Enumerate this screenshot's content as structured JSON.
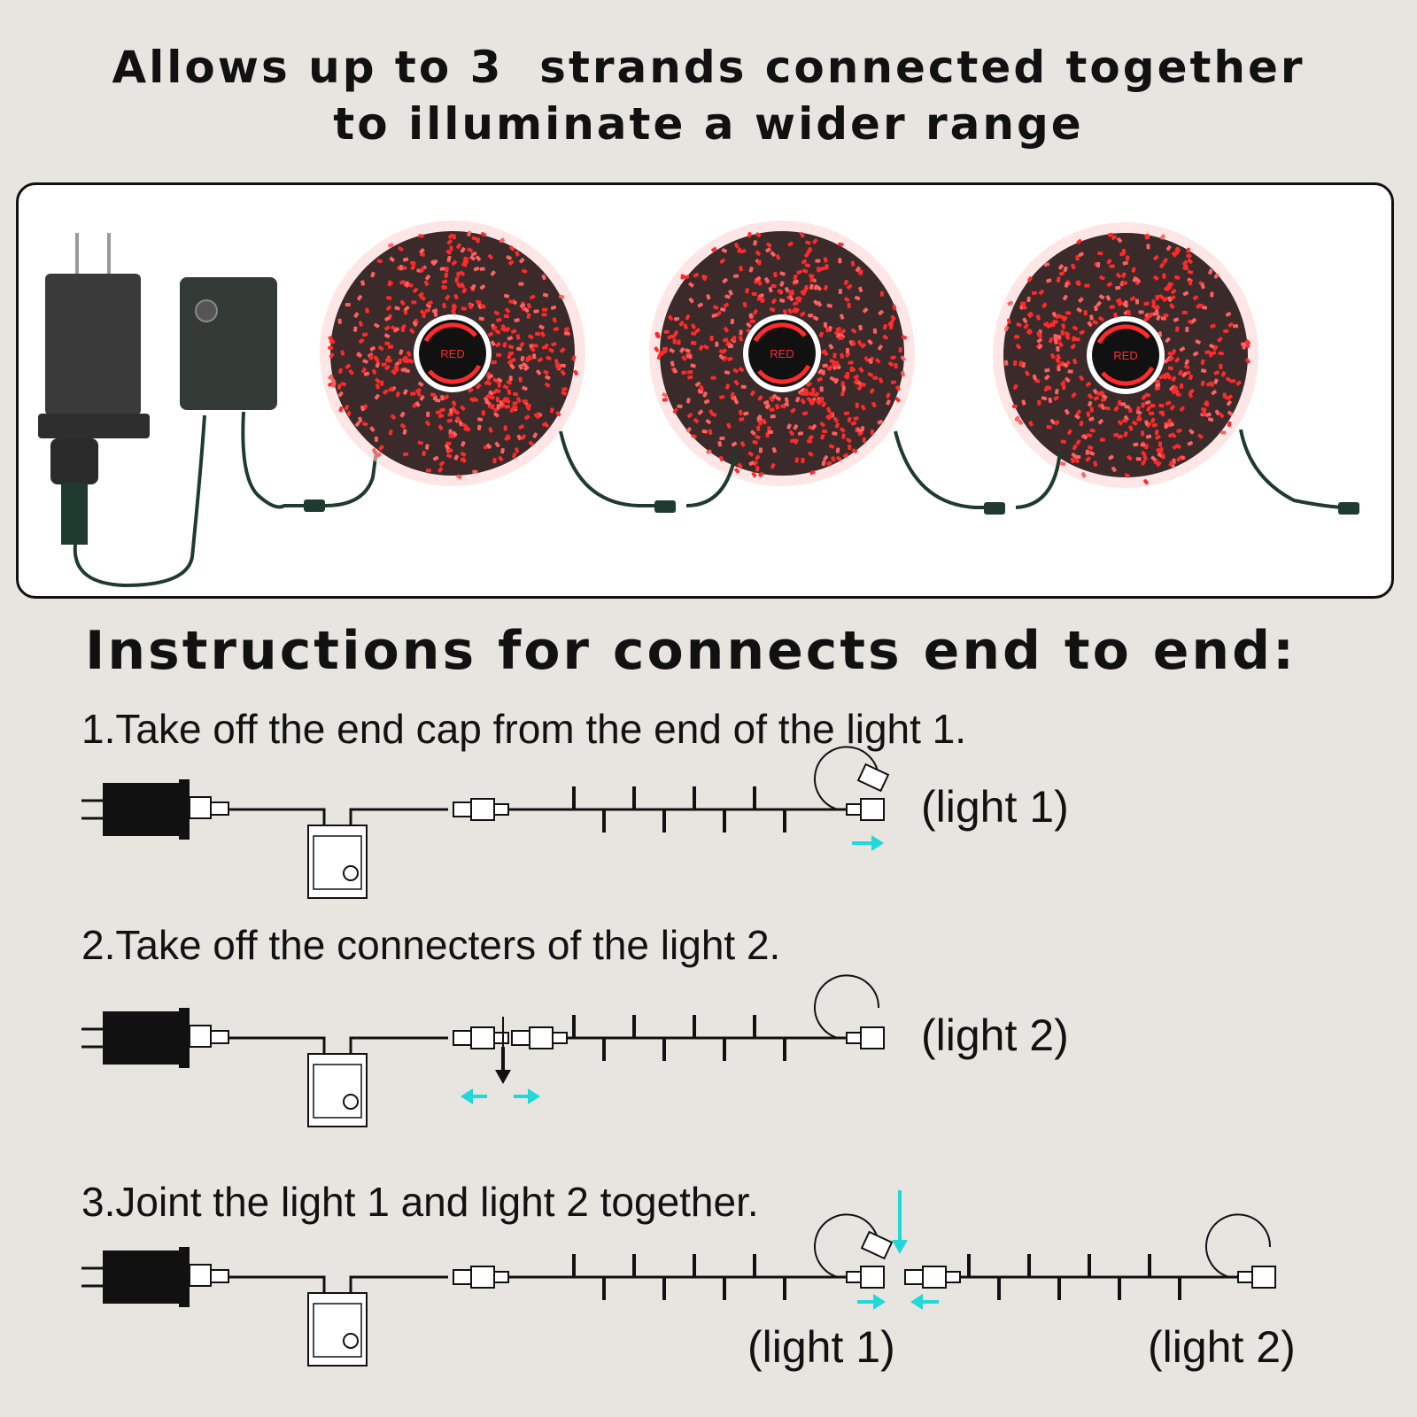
{
  "headline": {
    "line1": "Allows up to 3  strands connected together",
    "line2": "to illuminate a wider range"
  },
  "photo": {
    "wreath_label": "RED",
    "wreath_count": 3,
    "icons": [
      "power-adapter-icon",
      "controller-box-icon",
      "light-coil-icon"
    ]
  },
  "instructions": {
    "title": "Instructions for connects end to end:",
    "steps": [
      {
        "text": "1.Take off the end cap from the end of the light 1.",
        "labels": [
          "(light 1)"
        ]
      },
      {
        "text": "2.Take off the connecters of the light 2.",
        "labels": [
          "(light 2)"
        ]
      },
      {
        "text": "3.Joint the light 1 and light 2 together.",
        "labels": [
          "(light 1)",
          "(light 2)"
        ]
      }
    ]
  },
  "colors": {
    "background": "#e8e5e0",
    "arrow_accent": "#20d8d8",
    "bulb_red": "#ff2a2a",
    "wire_green": "#1f3b30"
  }
}
